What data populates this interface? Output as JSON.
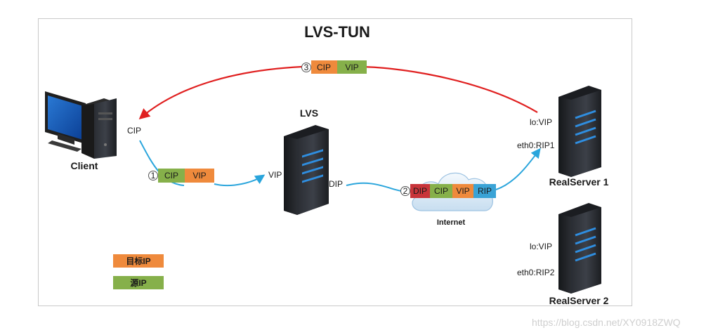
{
  "title": "LVS-TUN",
  "colors": {
    "dest_ip": "#ef8a3c",
    "src_ip": "#86b04a",
    "dip_box": "#c8343a",
    "rip_box": "#3aa3d6",
    "response_arrow": "#e02020",
    "request_arrow": "#2aa5dc"
  },
  "nodes": {
    "client": {
      "label": "Client",
      "ip": "CIP",
      "icon": "desktop-computer-icon"
    },
    "lvs": {
      "label": "LVS",
      "in_ip": "VIP",
      "out_ip": "DIP",
      "icon": "server-tower-icon"
    },
    "internet": {
      "label": "Internet",
      "icon": "cloud-icon"
    },
    "realserver1": {
      "label": "RealServer 1",
      "lo": "lo:VIP",
      "eth": "eth0:RIP1",
      "icon": "server-tower-icon"
    },
    "realserver2": {
      "label": "RealServer 2",
      "lo": "lo:VIP",
      "eth": "eth0:RIP2",
      "icon": "server-tower-icon"
    }
  },
  "packets": {
    "step1": {
      "number": "1",
      "src": "CIP",
      "dst": "VIP"
    },
    "step2": {
      "number": "2",
      "outer_src": "DIP",
      "src": "CIP",
      "dst": "VIP",
      "outer_dst": "RIP"
    },
    "step3": {
      "number": "3",
      "src": "CIP",
      "dst": "VIP"
    }
  },
  "legend": {
    "dest": "目标IP",
    "source": "源IP"
  },
  "watermark": "https://blog.csdn.net/XY0918ZWQ"
}
